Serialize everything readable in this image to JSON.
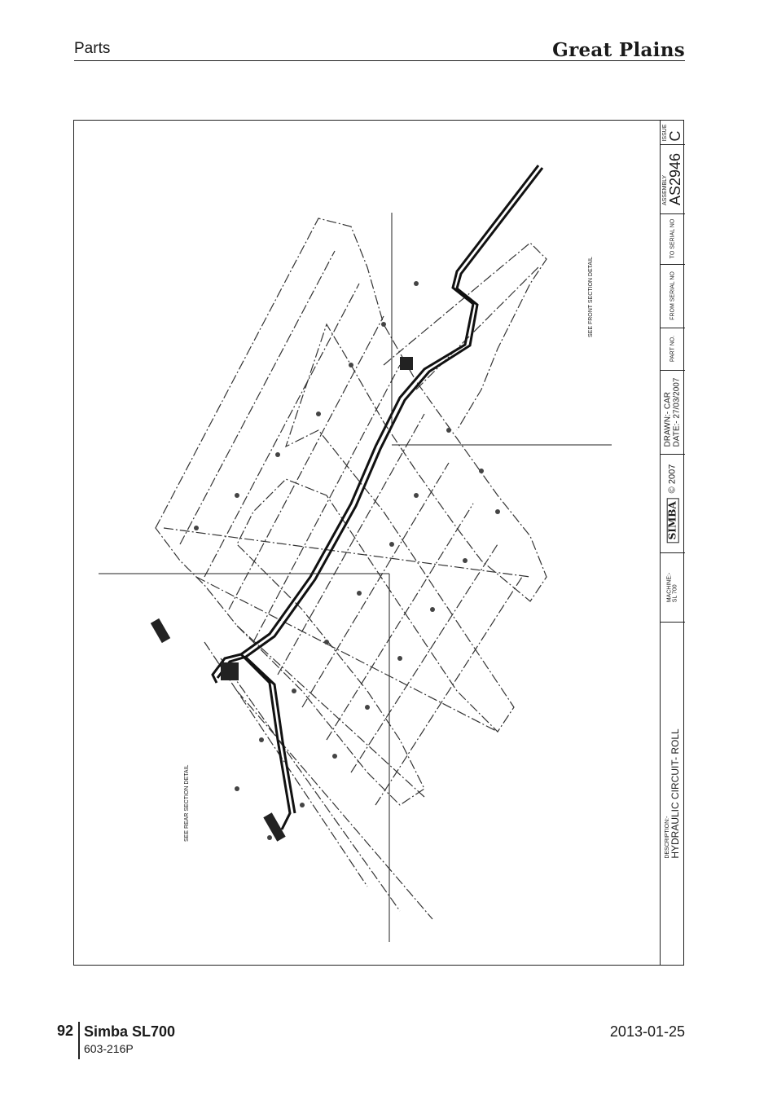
{
  "header": {
    "section": "Parts",
    "brand": "Great Plains"
  },
  "notes": {
    "front_detail": "SEE FRONT SECTION DETAIL",
    "rear_detail": "SEE REAR SECTION DETAIL"
  },
  "title_block": {
    "description_label": "DESCRIPTION:-",
    "description_value": "HYDRAULIC CIRCUIT- ROLL",
    "machine_label": "MACHINE:-",
    "machine_value": "SL 700",
    "logo_text": "SIMBA",
    "copyright": "© 2007",
    "drawn": "DRAWN:- CAR",
    "date": "DATE:- 27/03/2007",
    "part_no_label": "PART NO.",
    "from_serial_label": "FROM SERIAL NO",
    "to_serial_label": "TO SERIAL NO",
    "assembly_label": "ASSEMBLY",
    "assembly_value": "AS2946",
    "issue_label": "ISSUE",
    "issue_value": "C"
  },
  "footer": {
    "page_number": "92",
    "model": "Simba SL700",
    "part_number": "603-216P",
    "date": "2013-01-25"
  }
}
